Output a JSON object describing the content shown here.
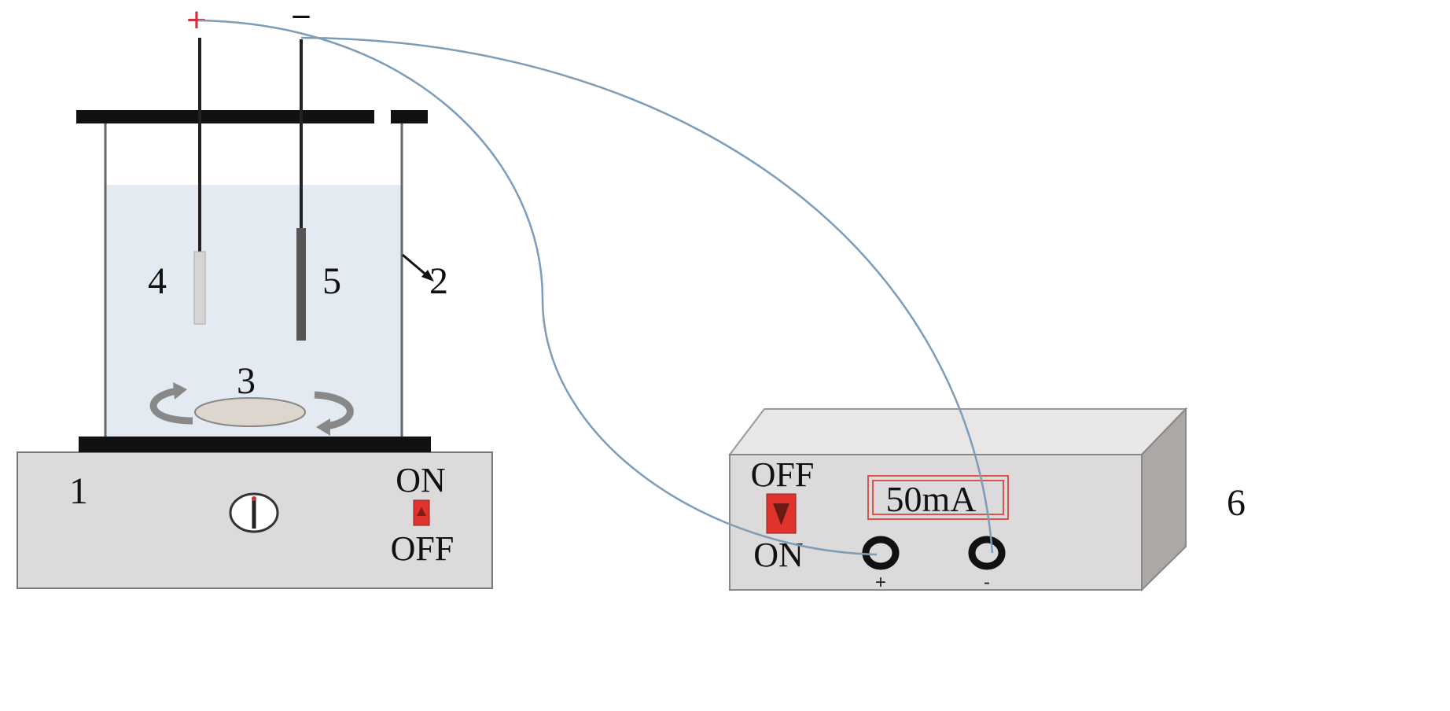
{
  "labels": {
    "stirrer": "1",
    "beaker": "2",
    "stir_bar": "3",
    "anode": "4",
    "cathode": "5",
    "power_supply": "6"
  },
  "electrode_signs": {
    "positive": "+",
    "negative": "−"
  },
  "stirrer_switch": {
    "on": "ON",
    "off": "OFF"
  },
  "power_switch": {
    "off": "OFF",
    "on": "ON"
  },
  "display": {
    "value": "50mA"
  },
  "terminals": {
    "positive": "+",
    "negative": "-"
  },
  "colors": {
    "switch_red": "#e0332b",
    "wire": "#7c9cb8",
    "display_border": "#d9534f",
    "liquid": "#e3eaf2",
    "device_body": "#dcdada"
  }
}
